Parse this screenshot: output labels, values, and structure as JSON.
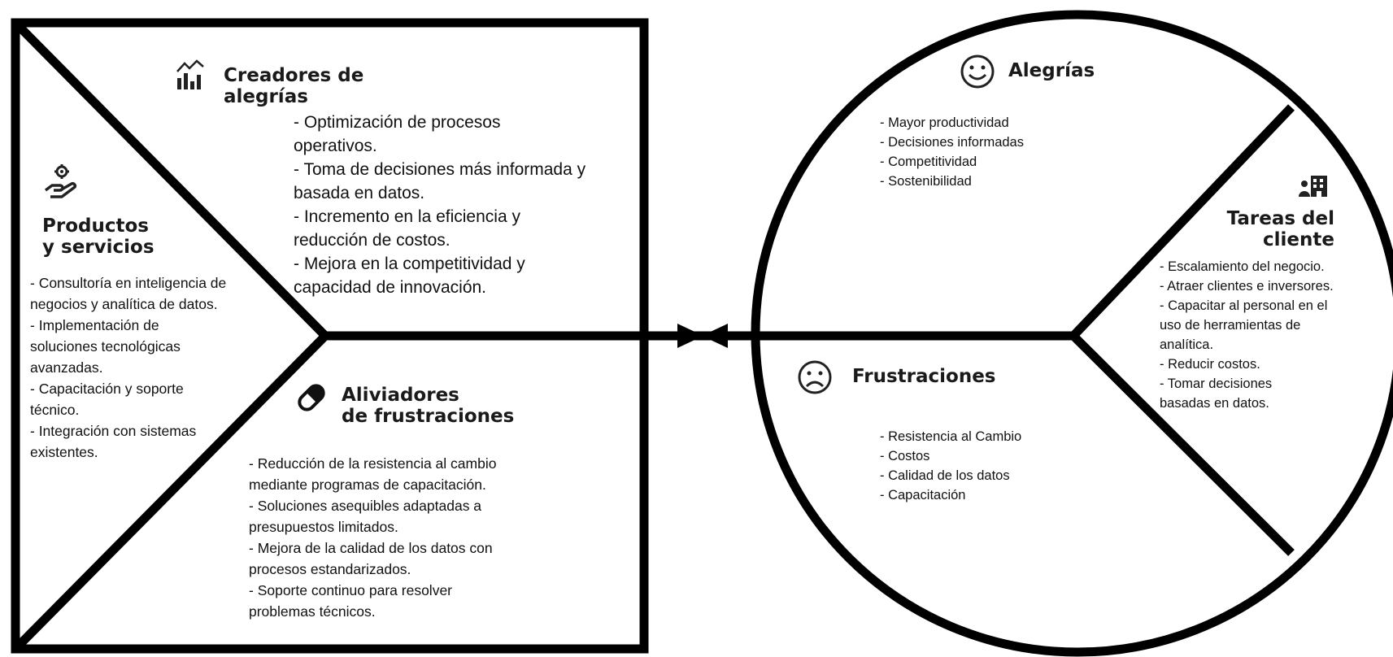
{
  "colors": {
    "stroke": "#000000",
    "text": "#111111",
    "background": "#ffffff"
  },
  "product_map": {
    "gain_creators": {
      "icon": "chart-bars-icon",
      "title_line1": "Creadores de",
      "title_line2": "alegrías",
      "items": [
        "- Optimización de procesos\noperativos.",
        "- Toma de decisiones más informada y\nbasada en datos.",
        "- Incremento en la eficiencia y\nreducción de costos.",
        "- Mejora en la competitividad y\ncapacidad de innovación."
      ]
    },
    "products_services": {
      "icon": "hand-gear-icon",
      "title_line1": "Productos",
      "title_line2": "y servicios",
      "items": [
        "- Consultoría en inteligencia de\nnegocios y analítica de datos.",
        "- Implementación de\nsoluciones tecnológicas\navanzadas.",
        "- Capacitación y soporte\ntécnico.",
        "- Integración con sistemas\nexistentes."
      ]
    },
    "pain_relievers": {
      "icon": "pill-icon",
      "title_line1": "Aliviadores",
      "title_line2": "de frustraciones",
      "items": [
        "- Reducción de la resistencia al cambio\nmediante programas de capacitación.",
        "- Soluciones asequibles adaptadas a\npresupuestos limitados.",
        "- Mejora de la calidad de los datos con\nprocesos estandarizados.",
        "- Soporte continuo para resolver\nproblemas técnicos."
      ]
    }
  },
  "customer_profile": {
    "gains": {
      "icon": "smiley-icon",
      "title": "Alegrías",
      "items": [
        "- Mayor productividad",
        "- Decisiones informadas",
        "- Competitividad",
        "- Sostenibilidad"
      ]
    },
    "pains": {
      "icon": "frown-icon",
      "title": "Frustraciones",
      "items": [
        "- Resistencia al Cambio",
        "- Costos",
        "- Calidad de los datos",
        "- Capacitación"
      ]
    },
    "jobs": {
      "icon": "person-building-icon",
      "title_line1": "Tareas del",
      "title_line2": "cliente",
      "items": [
        "- Escalamiento del negocio.",
        "- Atraer clientes e inversores.",
        "- Capacitar al personal en el\nuso de herramientas de\nanalítica.",
        "- Reducir costos.",
        "-    Tomar decisiones\n      basadas en datos."
      ]
    }
  }
}
